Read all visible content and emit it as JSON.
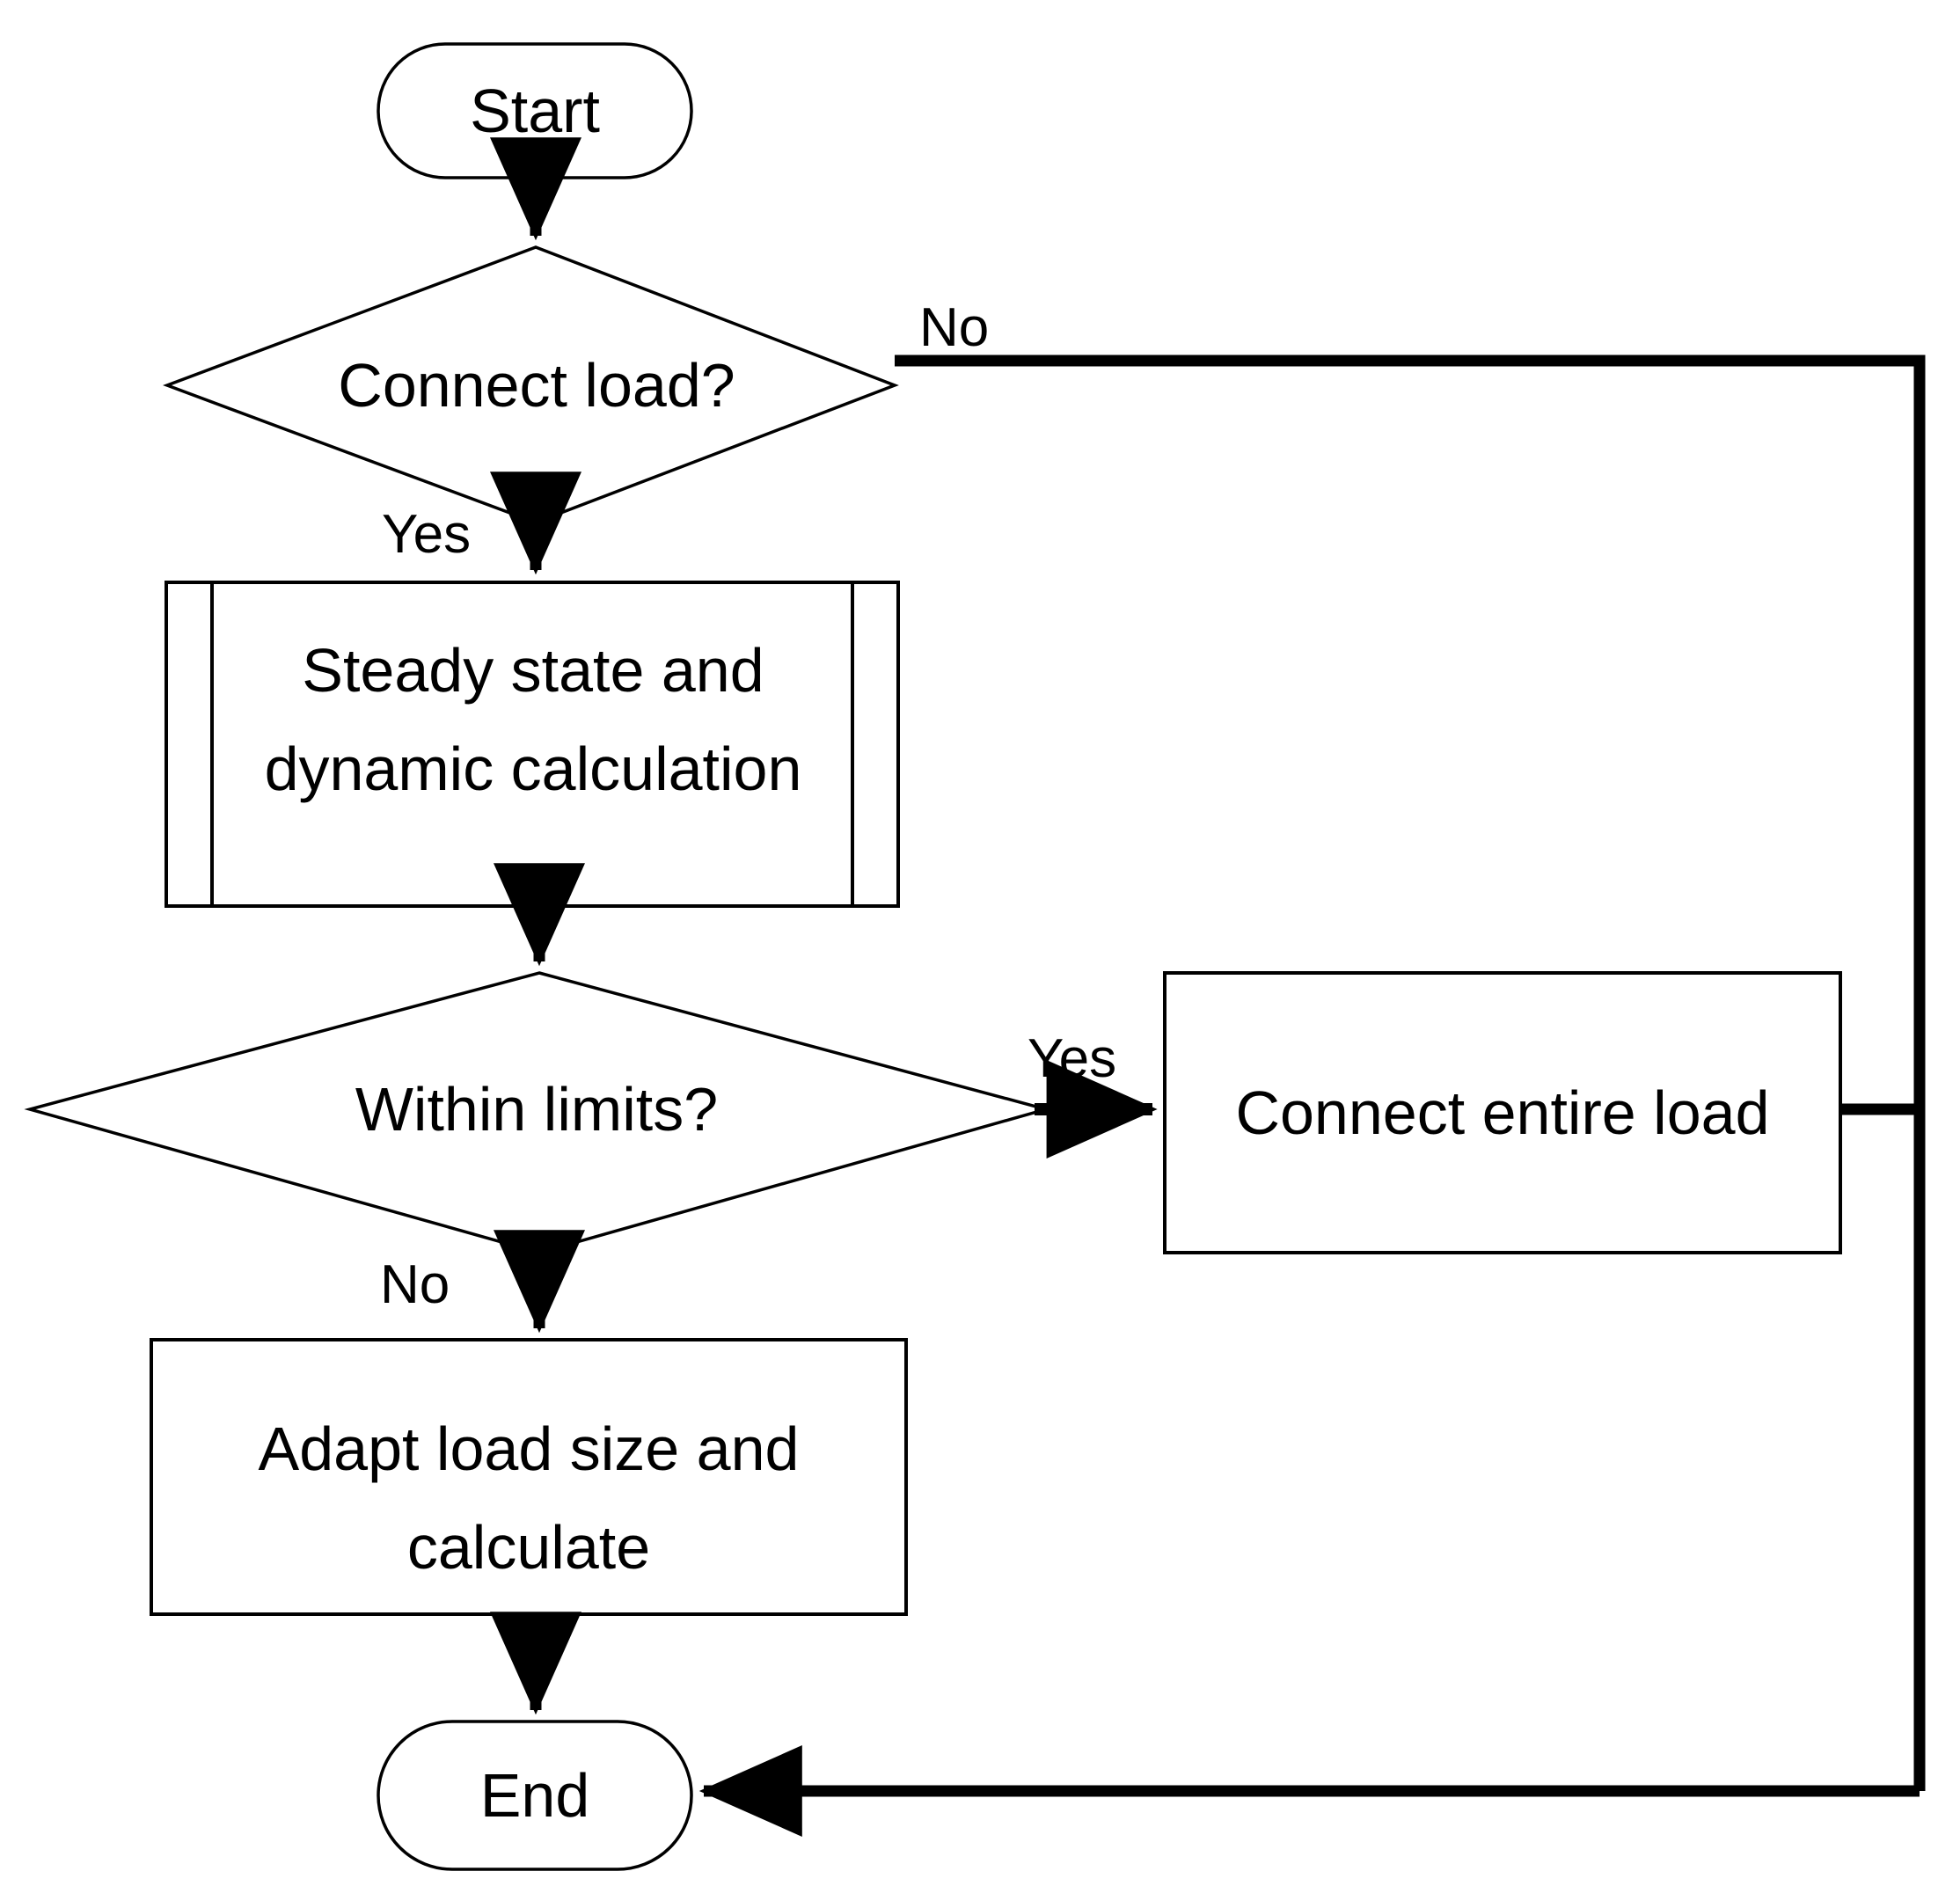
{
  "diagram": {
    "type": "flowchart",
    "title": "Load connection decision flowchart",
    "colors": {
      "background": "#ffffff",
      "stroke": "#000000",
      "text": "#000000",
      "fill": "#ffffff"
    },
    "nodes": [
      {
        "id": "start",
        "shape": "terminator",
        "label": "Start"
      },
      {
        "id": "connect_load",
        "shape": "decision",
        "label": "Connect load?"
      },
      {
        "id": "calc",
        "shape": "predefined-process",
        "label": "Steady state and\ndynamic calculation"
      },
      {
        "id": "within",
        "shape": "decision",
        "label": "Within limits?"
      },
      {
        "id": "connect_all",
        "shape": "process",
        "label": "Connect entire load"
      },
      {
        "id": "adapt",
        "shape": "process",
        "label": "Adapt load size and\ncalculate"
      },
      {
        "id": "end",
        "shape": "terminator",
        "label": "End"
      }
    ],
    "edges": [
      {
        "from": "start",
        "to": "connect_load",
        "label": ""
      },
      {
        "from": "connect_load",
        "to": "calc",
        "label": "Yes"
      },
      {
        "from": "connect_load",
        "to": "end",
        "label": "No"
      },
      {
        "from": "calc",
        "to": "within",
        "label": ""
      },
      {
        "from": "within",
        "to": "connect_all",
        "label": "Yes"
      },
      {
        "from": "within",
        "to": "adapt",
        "label": "No"
      },
      {
        "from": "connect_all",
        "to": "end",
        "label": ""
      },
      {
        "from": "adapt",
        "to": "end",
        "label": ""
      }
    ],
    "labels": {
      "start": "Start",
      "connect_load": "Connect load?",
      "calc_line1": "Steady state and",
      "calc_line2": "dynamic calculation",
      "within": "Within limits?",
      "connect_all": "Connect entire load",
      "adapt_line1": "Adapt load size and",
      "adapt_line2": "calculate",
      "end": "End",
      "yes_connect_load": "Yes",
      "no_connect_load": "No",
      "yes_within": "Yes",
      "no_within": "No"
    }
  }
}
